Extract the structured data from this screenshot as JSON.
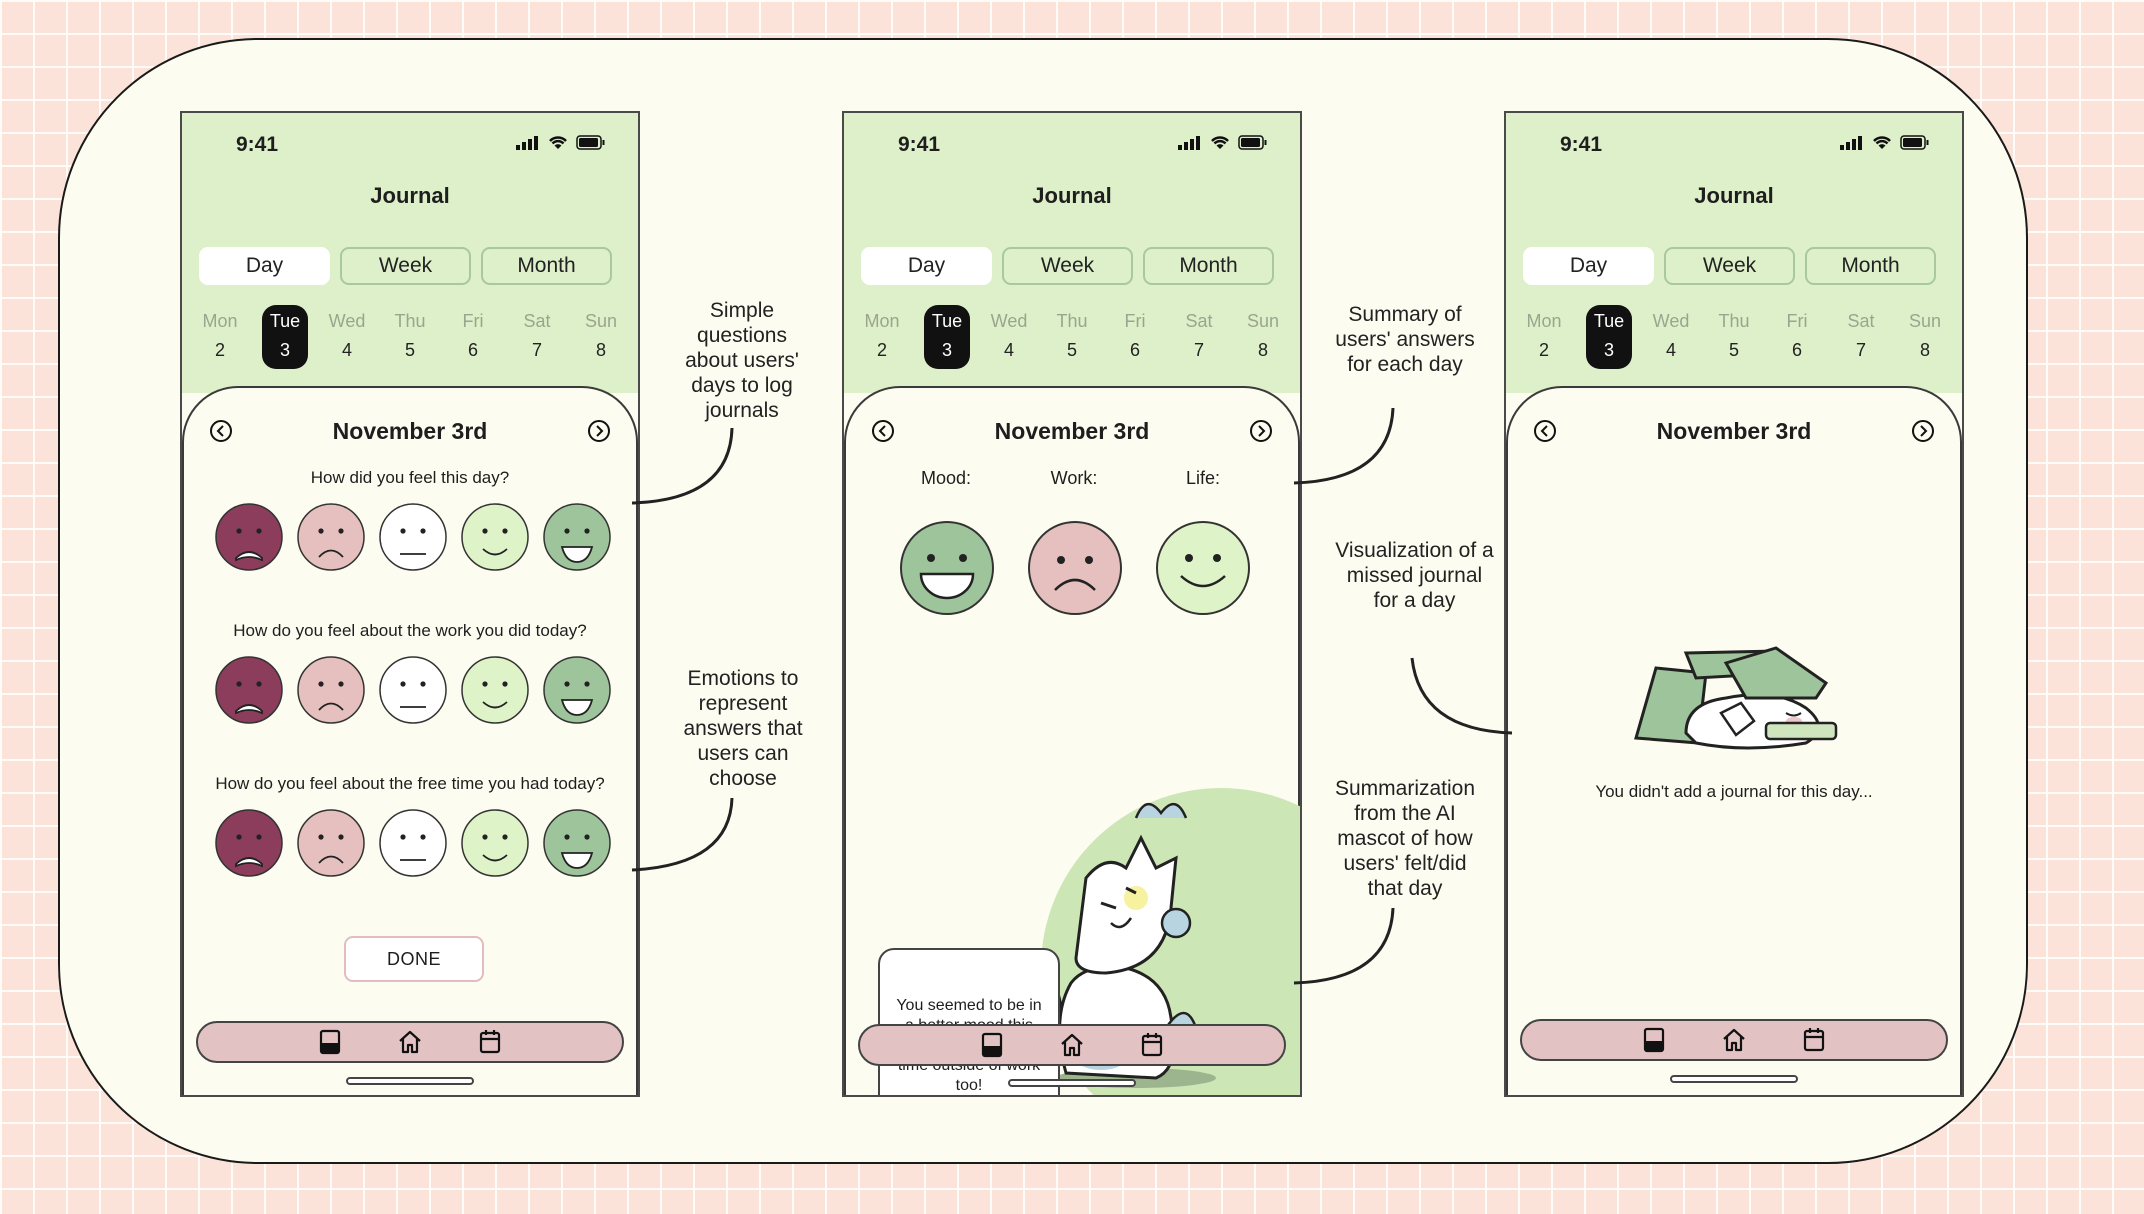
{
  "phones": [
    {
      "time": "9:41",
      "title": "Journal",
      "tabs": [
        "Day",
        "Week",
        "Month"
      ],
      "days": [
        {
          "name": "Mon",
          "num": "2"
        },
        {
          "name": "Tue",
          "num": "3"
        },
        {
          "name": "Wed",
          "num": "4"
        },
        {
          "name": "Thu",
          "num": "5"
        },
        {
          "name": "Fri",
          "num": "6"
        },
        {
          "name": "Sat",
          "num": "7"
        },
        {
          "name": "Sun",
          "num": "8"
        }
      ],
      "date": "November 3rd",
      "questions": [
        "How did you feel this day?",
        "How do you feel about the work you did today?",
        "How do you feel about the free time you had today?"
      ],
      "done_label": "DONE"
    },
    {
      "time": "9:41",
      "title": "Journal",
      "tabs": [
        "Day",
        "Week",
        "Month"
      ],
      "date": "November 3rd",
      "labels": {
        "mood": "Mood:",
        "work": "Work:",
        "life": "Life:"
      },
      "bubble": "You seemed to be in a better mood this day. You had more time outside of work too!"
    },
    {
      "time": "9:41",
      "title": "Journal",
      "tabs": [
        "Day",
        "Week",
        "Month"
      ],
      "date": "November 3rd",
      "empty_message": "You didn't add a journal for this day..."
    }
  ],
  "annotations": {
    "questions": "Simple questions about users' days to log journals",
    "emotions": "Emotions to represent answers that users can choose",
    "summary": "Summary of users' answers for each day",
    "summarization": "Summarization from the AI mascot of how users' felt/did that day",
    "missed": "Visualization of a missed journal for a day"
  },
  "colors": {
    "header_green": "#def0c9",
    "tabbar_pink": "#e2c2c2",
    "face_very_sad": "#8b3d5b",
    "face_sad": "#e5c0bf",
    "face_neutral": "#ffffff",
    "face_happy": "#def3c8",
    "face_very_happy": "#9dc49a"
  }
}
